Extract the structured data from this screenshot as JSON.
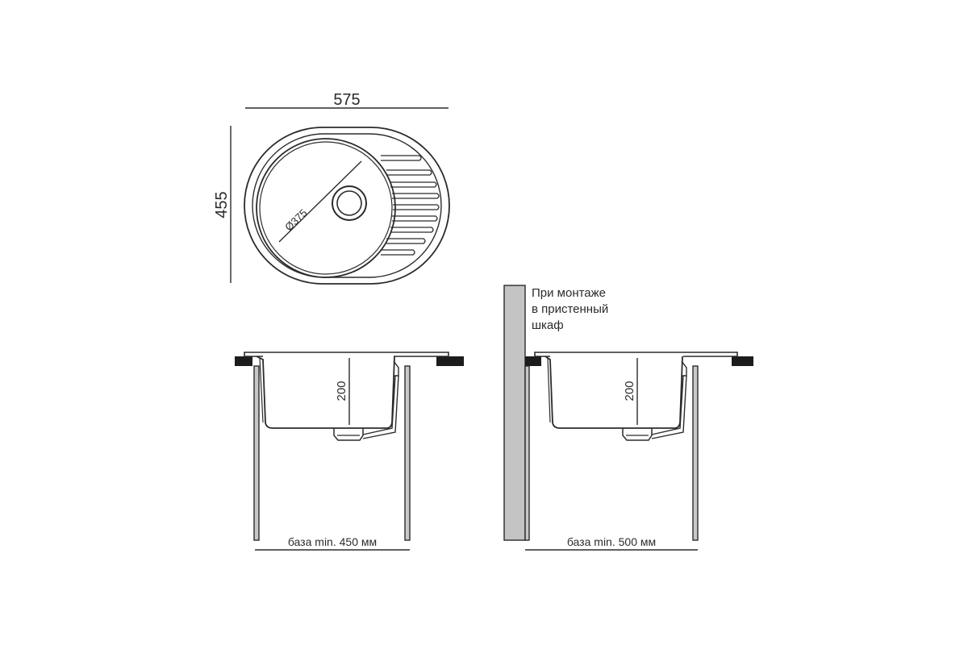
{
  "top_view": {
    "width_label": "575",
    "height_label": "455",
    "diameter_label": "Ø375"
  },
  "side_view_left": {
    "depth_label": "200",
    "base_label": "база min. 450 мм"
  },
  "side_view_right": {
    "depth_label": "200",
    "base_label": "база min. 500 мм",
    "wall_note": [
      "При монтаже",
      "в пристенный",
      "шкаф"
    ]
  },
  "colors": {
    "line": "#2b2b2b",
    "countertop": "#1c1c1c",
    "wall_fill": "#c4c4c4",
    "cabinet_fill": "#c8c8c8"
  }
}
